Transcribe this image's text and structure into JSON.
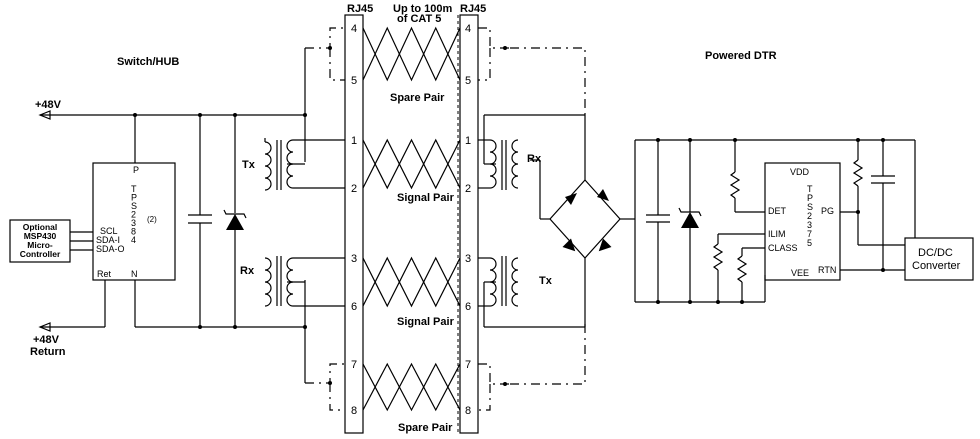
{
  "labels": {
    "rj45_left": "RJ45",
    "rj45_right": "RJ45",
    "cable_line1": "Up to 100m",
    "cable_line2": "of CAT 5",
    "switch_hub": "Switch/HUB",
    "powered_dtr": "Powered DTR",
    "v48": "+48V",
    "v48_return_1": "+48V",
    "v48_return_2": "Return",
    "tx_left": "Tx",
    "rx_left": "Rx",
    "rx_right": "Rx",
    "tx_right": "Tx",
    "spare_pair_top": "Spare Pair",
    "signal_pair_1": "Signal Pair",
    "signal_pair_2": "Signal Pair",
    "spare_pair_bottom": "Spare Pair"
  },
  "pins_left": [
    "4",
    "5",
    "1",
    "2",
    "3",
    "6",
    "7",
    "8"
  ],
  "pins_right": [
    "4",
    "5",
    "1",
    "2",
    "3",
    "6",
    "7",
    "8"
  ],
  "msp430": [
    "Optional",
    "MSP430",
    "Micro-",
    "Controller"
  ],
  "pse_chip": {
    "p": "P",
    "n": "N",
    "part_vertical": [
      "T",
      "P",
      "S",
      "2",
      "3",
      "8",
      "4"
    ],
    "note": "(2)",
    "scl": "SCL",
    "sdai": "SDA-I",
    "sdao": "SDA-O",
    "ret": "Ret"
  },
  "pd_chip": {
    "vdd": "VDD",
    "vee": "VEE",
    "det": "DET",
    "ilim": "ILIM",
    "class": "CLASS",
    "pg": "PG",
    "rtn": "RTN",
    "part_vertical": [
      "T",
      "P",
      "S",
      "2",
      "3",
      "7",
      "5"
    ]
  },
  "dcdc": [
    "DC/DC",
    "Converter"
  ]
}
